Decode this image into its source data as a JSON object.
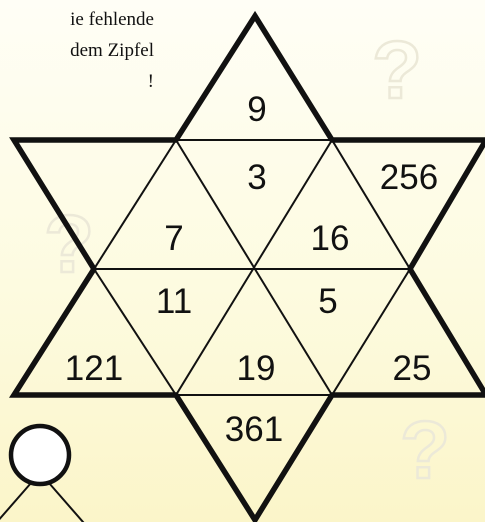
{
  "instructions": {
    "line1": "ie fehlende",
    "line2": "dem Zipfel",
    "line3": "!"
  },
  "puzzle": {
    "top_tip": "9",
    "inner_top": "3",
    "right_upper_tip": "256",
    "inner_upper_left": "7",
    "inner_upper_right": "16",
    "inner_lower_left": "11",
    "inner_lower_right": "5",
    "left_lower_tip": "121",
    "inner_bottom": "19",
    "right_lower_tip": "25",
    "bottom_tip": "361",
    "left_upper_tip": ""
  },
  "colors": {
    "background": "#fdfbe0",
    "lines": "#111111",
    "decoration": "#ece9d8"
  },
  "icons": [
    "question-mark-icon",
    "stick-figure-icon"
  ]
}
